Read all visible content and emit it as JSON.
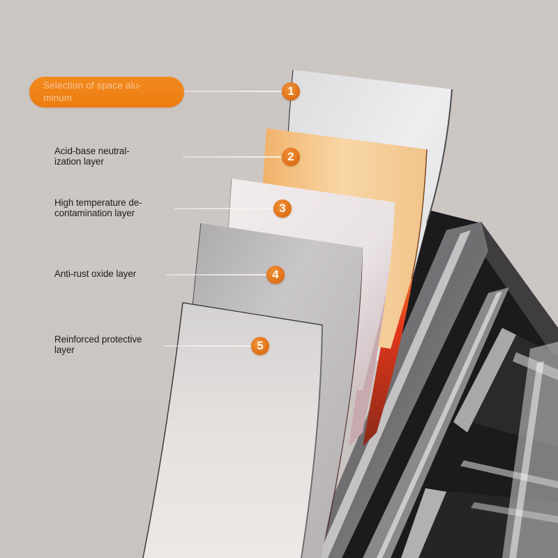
{
  "infographic": {
    "subject": "layered aluminum cabinet panel",
    "callouts": [
      {
        "number": "1",
        "label": "Selection of space alu-\nminum",
        "highlighted": true
      },
      {
        "number": "2",
        "label": "Acid-base neutral-\nization layer",
        "highlighted": false
      },
      {
        "number": "3",
        "label": "High temperature de-\ncontamination layer",
        "highlighted": false
      },
      {
        "number": "4",
        "label": "Anti-rust oxide layer",
        "highlighted": false
      },
      {
        "number": "5",
        "label": "Reinforced protective\nlayer",
        "highlighted": false
      }
    ]
  },
  "colors": {
    "background": "#cbc6c2",
    "accent_orange": "#ec7c10",
    "badge_orange": "#de6f14",
    "label_text": "#1d1d1d",
    "pill_text": "#f7c79a",
    "layer_1": "#e4e3e6",
    "layer_2": "#f2c58a",
    "layer_3": "#ece6e6",
    "layer_4": "#b9b5b6",
    "layer_5": "#dedbd9",
    "cabinet_frame": "#5c5a5c",
    "cabinet_dark": "#1b1a1c"
  }
}
